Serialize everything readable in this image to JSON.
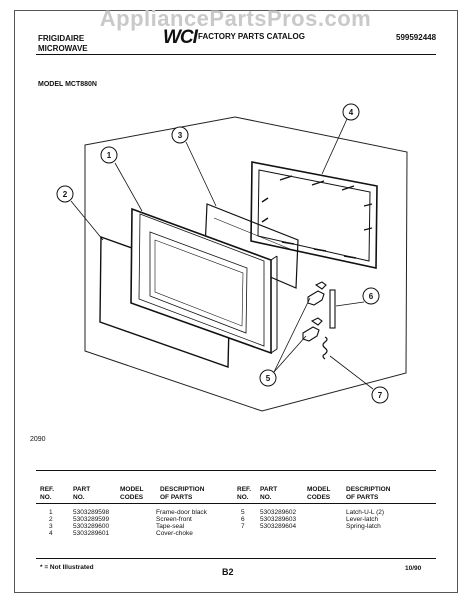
{
  "watermark": "AppliancePartsPros.com",
  "header": {
    "brand_line1": "FRIGIDAIRE",
    "brand_line2": "MICROWAVE",
    "logo": "WCI",
    "catalog_title": "FACTORY PARTS CATALOG",
    "doc_number": "599592448"
  },
  "model_label": "MODEL MCT880N",
  "callouts": [
    "1",
    "2",
    "3",
    "4",
    "5",
    "6",
    "7"
  ],
  "figure_number": "2090",
  "table": {
    "headers": {
      "ref": "REF.\nNO.",
      "part": "PART\nNO.",
      "model": "MODEL\nCODES",
      "desc": "DESCRIPTION\nOF PARTS"
    },
    "left_rows": [
      {
        "ref": "1",
        "part": "5303289598",
        "model": "",
        "desc": "Frame-door black"
      },
      {
        "ref": "2",
        "part": "5303289599",
        "model": "",
        "desc": "Screen-front"
      },
      {
        "ref": "3",
        "part": "5303289600",
        "model": "",
        "desc": "Tape-seal"
      },
      {
        "ref": "4",
        "part": "5303289601",
        "model": "",
        "desc": "Cover-choke"
      }
    ],
    "right_rows": [
      {
        "ref": "5",
        "part": "5303289602",
        "model": "",
        "desc": "Latch-U-L (2)"
      },
      {
        "ref": "6",
        "part": "5303289603",
        "model": "",
        "desc": "Lever-latch"
      },
      {
        "ref": "7",
        "part": "5303289604",
        "model": "",
        "desc": "Spring-latch"
      }
    ]
  },
  "footnote": "* = Not Illustrated",
  "page_number": "B2",
  "date": "10/90"
}
